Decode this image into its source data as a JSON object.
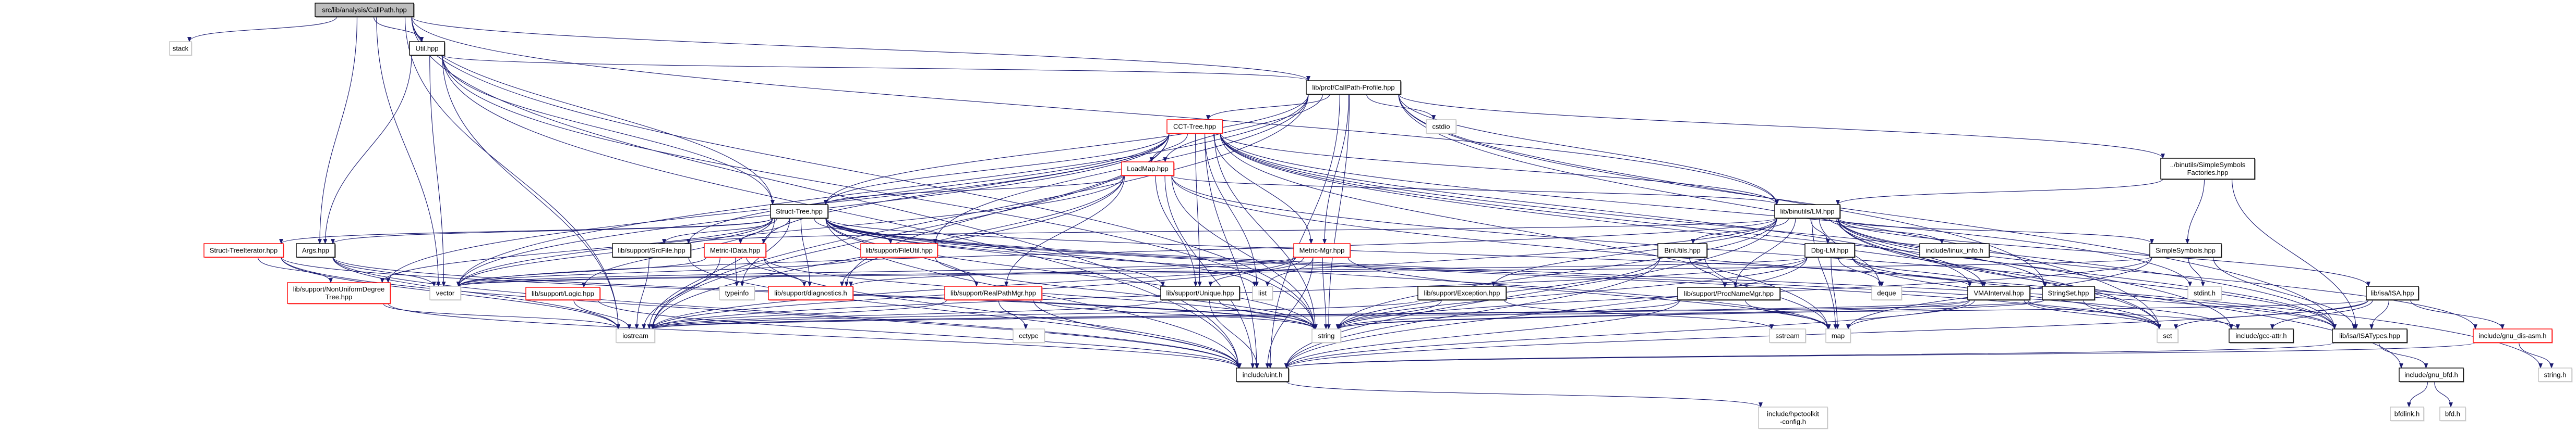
{
  "title": "Include dependency graph for src/lib/analysis/CallPath.hpp",
  "colors": {
    "edge": "#191970",
    "root_fill": "#bfbfbf",
    "root_border": "#000000",
    "doc_border": "#000000",
    "incomplete_border": "#ff0000",
    "system_border": "#bfbfbf",
    "node_fill": "#ffffff"
  },
  "legend_styles": {
    "root": "root file (gray fill)",
    "doc": "documented header (black border)",
    "incomplete": "truncated graph (red border)",
    "system": "system/undocumented header (gray border)"
  },
  "nodes": [
    {
      "id": "root",
      "label": [
        "src/lib/analysis/CallPath.hpp"
      ],
      "style": "root"
    },
    {
      "id": "stack",
      "label": [
        "stack"
      ],
      "style": "system"
    },
    {
      "id": "util",
      "label": [
        "Util.hpp"
      ],
      "style": "doc"
    },
    {
      "id": "profile",
      "label": [
        "lib/prof/CallPath-Profile.hpp"
      ],
      "style": "doc"
    },
    {
      "id": "cct",
      "label": [
        "CCT-Tree.hpp"
      ],
      "style": "incomplete"
    },
    {
      "id": "cstdio",
      "label": [
        "cstdio"
      ],
      "style": "system"
    },
    {
      "id": "loadmap",
      "label": [
        "LoadMap.hpp"
      ],
      "style": "incomplete"
    },
    {
      "id": "ssfact",
      "label": [
        "../binutils/SimpleSymbols",
        "Factories.hpp"
      ],
      "style": "doc"
    },
    {
      "id": "structtree",
      "label": [
        "Struct-Tree.hpp"
      ],
      "style": "doc"
    },
    {
      "id": "lm",
      "label": [
        "lib/binutils/LM.hpp"
      ],
      "style": "doc"
    },
    {
      "id": "structiter",
      "label": [
        "Struct-TreeIterator.hpp"
      ],
      "style": "incomplete"
    },
    {
      "id": "args",
      "label": [
        "Args.hpp"
      ],
      "style": "doc"
    },
    {
      "id": "srcfile",
      "label": [
        "lib/support/SrcFile.hpp"
      ],
      "style": "doc"
    },
    {
      "id": "midata",
      "label": [
        "Metric-IData.hpp"
      ],
      "style": "incomplete"
    },
    {
      "id": "fileutil",
      "label": [
        "lib/support/FileUtil.hpp"
      ],
      "style": "incomplete"
    },
    {
      "id": "metricmgr",
      "label": [
        "Metric-Mgr.hpp"
      ],
      "style": "incomplete"
    },
    {
      "id": "binutils",
      "label": [
        "BinUtils.hpp"
      ],
      "style": "doc"
    },
    {
      "id": "dbglm",
      "label": [
        "Dbg-LM.hpp"
      ],
      "style": "doc"
    },
    {
      "id": "linuxinfo",
      "label": [
        "include/linux_info.h"
      ],
      "style": "doc"
    },
    {
      "id": "simplesym",
      "label": [
        "SimpleSymbols.hpp"
      ],
      "style": "doc"
    },
    {
      "id": "nudt",
      "label": [
        "lib/support/NonUniformDegree",
        "Tree.hpp"
      ],
      "style": "incomplete"
    },
    {
      "id": "vector",
      "label": [
        "vector"
      ],
      "style": "system"
    },
    {
      "id": "logic",
      "label": [
        "lib/support/Logic.hpp"
      ],
      "style": "incomplete"
    },
    {
      "id": "typeinfo",
      "label": [
        "typeinfo"
      ],
      "style": "system"
    },
    {
      "id": "diag",
      "label": [
        "lib/support/diagnostics.h"
      ],
      "style": "incomplete"
    },
    {
      "id": "realpath",
      "label": [
        "lib/support/RealPathMgr.hpp"
      ],
      "style": "incomplete"
    },
    {
      "id": "unique",
      "label": [
        "lib/support/Unique.hpp"
      ],
      "style": "doc"
    },
    {
      "id": "list",
      "label": [
        "list"
      ],
      "style": "system"
    },
    {
      "id": "exception",
      "label": [
        "lib/support/Exception.hpp"
      ],
      "style": "doc"
    },
    {
      "id": "procname",
      "label": [
        "lib/support/ProcNameMgr.hpp"
      ],
      "style": "doc"
    },
    {
      "id": "deque",
      "label": [
        "deque"
      ],
      "style": "system"
    },
    {
      "id": "vma",
      "label": [
        "VMAInterval.hpp"
      ],
      "style": "doc"
    },
    {
      "id": "stringset",
      "label": [
        "StringSet.hpp"
      ],
      "style": "doc"
    },
    {
      "id": "stdint",
      "label": [
        "stdint.h"
      ],
      "style": "system"
    },
    {
      "id": "isa",
      "label": [
        "lib/isa/ISA.hpp"
      ],
      "style": "doc"
    },
    {
      "id": "iostream",
      "label": [
        "iostream"
      ],
      "style": "system"
    },
    {
      "id": "cctype",
      "label": [
        "cctype"
      ],
      "style": "system"
    },
    {
      "id": "string",
      "label": [
        "string"
      ],
      "style": "system"
    },
    {
      "id": "sstream",
      "label": [
        "sstream"
      ],
      "style": "system"
    },
    {
      "id": "map",
      "label": [
        "map"
      ],
      "style": "system"
    },
    {
      "id": "set",
      "label": [
        "set"
      ],
      "style": "system"
    },
    {
      "id": "gccattr",
      "label": [
        "include/gcc-attr.h"
      ],
      "style": "doc"
    },
    {
      "id": "isatypes",
      "label": [
        "lib/isa/ISATypes.hpp"
      ],
      "style": "doc"
    },
    {
      "id": "disasm",
      "label": [
        "include/gnu_dis-asm.h"
      ],
      "style": "incomplete"
    },
    {
      "id": "uint",
      "label": [
        "include/uint.h"
      ],
      "style": "doc"
    },
    {
      "id": "gnubfd",
      "label": [
        "include/gnu_bfd.h"
      ],
      "style": "doc"
    },
    {
      "id": "stringh",
      "label": [
        "string.h"
      ],
      "style": "system"
    },
    {
      "id": "hpcconfig",
      "label": [
        "include/hpctoolkit",
        "-config.h"
      ],
      "style": "system"
    },
    {
      "id": "bfdlink",
      "label": [
        "bfdlink.h"
      ],
      "style": "system"
    },
    {
      "id": "bfdh",
      "label": [
        "bfd.h"
      ],
      "style": "system"
    }
  ],
  "edges": [
    [
      "root",
      "stack"
    ],
    [
      "root",
      "util"
    ],
    [
      "root",
      "profile"
    ],
    [
      "root",
      "structtree"
    ],
    [
      "root",
      "args"
    ],
    [
      "root",
      "lm"
    ],
    [
      "root",
      "vector"
    ],
    [
      "root",
      "iostream"
    ],
    [
      "root",
      "string"
    ],
    [
      "root",
      "uint"
    ],
    [
      "util",
      "profile"
    ],
    [
      "util",
      "structtree"
    ],
    [
      "util",
      "args"
    ],
    [
      "util",
      "vector"
    ],
    [
      "util",
      "iostream"
    ],
    [
      "util",
      "string"
    ],
    [
      "util",
      "uint"
    ],
    [
      "profile",
      "cct"
    ],
    [
      "profile",
      "cstdio"
    ],
    [
      "profile",
      "loadmap"
    ],
    [
      "profile",
      "metricmgr"
    ],
    [
      "profile",
      "ssfact"
    ],
    [
      "profile",
      "lm"
    ],
    [
      "profile",
      "structtree"
    ],
    [
      "profile",
      "vector"
    ],
    [
      "profile",
      "iostream"
    ],
    [
      "profile",
      "string"
    ],
    [
      "profile",
      "uint"
    ],
    [
      "profile",
      "fileutil"
    ],
    [
      "profile",
      "set"
    ],
    [
      "profile",
      "stringset"
    ],
    [
      "profile",
      "isatypes"
    ],
    [
      "cct",
      "loadmap"
    ],
    [
      "cct",
      "structtree"
    ],
    [
      "cct",
      "midata"
    ],
    [
      "cct",
      "metricmgr"
    ],
    [
      "cct",
      "unique"
    ],
    [
      "cct",
      "list"
    ],
    [
      "cct",
      "srcfile"
    ],
    [
      "cct",
      "nudt"
    ],
    [
      "cct",
      "vector"
    ],
    [
      "cct",
      "iostream"
    ],
    [
      "cct",
      "string"
    ],
    [
      "cct",
      "uint"
    ],
    [
      "cct",
      "diag"
    ],
    [
      "cct",
      "lm"
    ],
    [
      "cct",
      "set"
    ],
    [
      "cct",
      "isatypes"
    ],
    [
      "cct",
      "stdint"
    ],
    [
      "cct",
      "map"
    ],
    [
      "cct",
      "gccattr"
    ],
    [
      "cct",
      "vma"
    ],
    [
      "loadmap",
      "structtree"
    ],
    [
      "loadmap",
      "lm"
    ],
    [
      "loadmap",
      "unique"
    ],
    [
      "loadmap",
      "realpath"
    ],
    [
      "loadmap",
      "vector"
    ],
    [
      "loadmap",
      "string"
    ],
    [
      "loadmap",
      "uint"
    ],
    [
      "loadmap",
      "iostream"
    ],
    [
      "loadmap",
      "diag"
    ],
    [
      "loadmap",
      "isatypes"
    ],
    [
      "loadmap",
      "stringh"
    ],
    [
      "ssfact",
      "simplesym"
    ],
    [
      "ssfact",
      "lm"
    ],
    [
      "ssfact",
      "isatypes"
    ],
    [
      "structtree",
      "structiter"
    ],
    [
      "structtree",
      "args"
    ],
    [
      "structtree",
      "srcfile"
    ],
    [
      "structtree",
      "midata"
    ],
    [
      "structtree",
      "fileutil"
    ],
    [
      "structtree",
      "unique"
    ],
    [
      "structtree",
      "realpath"
    ],
    [
      "structtree",
      "nudt"
    ],
    [
      "structtree",
      "logic"
    ],
    [
      "structtree",
      "vector"
    ],
    [
      "structtree",
      "typeinfo"
    ],
    [
      "structtree",
      "diag"
    ],
    [
      "structtree",
      "iostream"
    ],
    [
      "structtree",
      "string"
    ],
    [
      "structtree",
      "uint"
    ],
    [
      "structtree",
      "list"
    ],
    [
      "structtree",
      "map"
    ],
    [
      "structtree",
      "set"
    ],
    [
      "structtree",
      "isatypes"
    ],
    [
      "structtree",
      "vma"
    ],
    [
      "structtree",
      "gccattr"
    ],
    [
      "lm",
      "dbglm"
    ],
    [
      "lm",
      "linuxinfo"
    ],
    [
      "lm",
      "simplesym"
    ],
    [
      "lm",
      "binutils"
    ],
    [
      "lm",
      "isa"
    ],
    [
      "lm",
      "vma"
    ],
    [
      "lm",
      "deque"
    ],
    [
      "lm",
      "map"
    ],
    [
      "lm",
      "set"
    ],
    [
      "lm",
      "string"
    ],
    [
      "lm",
      "iostream"
    ],
    [
      "lm",
      "uint"
    ],
    [
      "lm",
      "procname"
    ],
    [
      "lm",
      "exception"
    ],
    [
      "lm",
      "srcfile"
    ],
    [
      "lm",
      "isatypes"
    ],
    [
      "lm",
      "stringset"
    ],
    [
      "lm",
      "disasm"
    ],
    [
      "lm",
      "gnubfd"
    ],
    [
      "lm",
      "vector"
    ],
    [
      "structiter",
      "nudt"
    ],
    [
      "structiter",
      "iostream"
    ],
    [
      "structiter",
      "uint"
    ],
    [
      "structiter",
      "string"
    ],
    [
      "args",
      "vector"
    ],
    [
      "args",
      "string"
    ],
    [
      "args",
      "iostream"
    ],
    [
      "args",
      "uint"
    ],
    [
      "srcfile",
      "uint"
    ],
    [
      "srcfile",
      "iostream"
    ],
    [
      "midata",
      "vector"
    ],
    [
      "midata",
      "typeinfo"
    ],
    [
      "midata",
      "diag"
    ],
    [
      "midata",
      "iostream"
    ],
    [
      "midata",
      "uint"
    ],
    [
      "midata",
      "string"
    ],
    [
      "fileutil",
      "string"
    ],
    [
      "fileutil",
      "vector"
    ],
    [
      "metricmgr",
      "unique"
    ],
    [
      "metricmgr",
      "list"
    ],
    [
      "metricmgr",
      "vector"
    ],
    [
      "metricmgr",
      "iostream"
    ],
    [
      "metricmgr",
      "string"
    ],
    [
      "metricmgr",
      "uint"
    ],
    [
      "metricmgr",
      "map"
    ],
    [
      "metricmgr",
      "diag"
    ],
    [
      "binutils",
      "procname"
    ],
    [
      "binutils",
      "string"
    ],
    [
      "binutils",
      "map"
    ],
    [
      "binutils",
      "uint"
    ],
    [
      "dbglm",
      "deque"
    ],
    [
      "dbglm",
      "vma"
    ],
    [
      "dbglm",
      "map"
    ],
    [
      "dbglm",
      "string"
    ],
    [
      "dbglm",
      "iostream"
    ],
    [
      "dbglm",
      "uint"
    ],
    [
      "dbglm",
      "isatypes"
    ],
    [
      "dbglm",
      "set"
    ],
    [
      "dbglm",
      "vector"
    ],
    [
      "simplesym",
      "stdint"
    ],
    [
      "simplesym",
      "string"
    ],
    [
      "simplesym",
      "map"
    ],
    [
      "simplesym",
      "isatypes"
    ],
    [
      "simplesym",
      "vector"
    ],
    [
      "nudt",
      "iostream"
    ],
    [
      "nudt",
      "uint"
    ],
    [
      "logic",
      "iostream"
    ],
    [
      "logic",
      "uint"
    ],
    [
      "realpath",
      "cctype"
    ],
    [
      "realpath",
      "string"
    ],
    [
      "realpath",
      "uint"
    ],
    [
      "realpath",
      "iostream"
    ],
    [
      "unique",
      "string"
    ],
    [
      "unique",
      "uint"
    ],
    [
      "unique",
      "iostream"
    ],
    [
      "exception",
      "string"
    ],
    [
      "exception",
      "sstream"
    ],
    [
      "exception",
      "iostream"
    ],
    [
      "procname",
      "string"
    ],
    [
      "procname",
      "map"
    ],
    [
      "procname",
      "uint"
    ],
    [
      "vma",
      "set"
    ],
    [
      "vma",
      "string"
    ],
    [
      "vma",
      "map"
    ],
    [
      "vma",
      "iostream"
    ],
    [
      "vma",
      "uint"
    ],
    [
      "vma",
      "gccattr"
    ],
    [
      "stringset",
      "set"
    ],
    [
      "stringset",
      "string"
    ],
    [
      "stringset",
      "iostream"
    ],
    [
      "isa",
      "isatypes"
    ],
    [
      "isa",
      "uint"
    ],
    [
      "isa",
      "gccattr"
    ],
    [
      "isa",
      "disasm"
    ],
    [
      "isa",
      "iostream"
    ],
    [
      "isa",
      "set"
    ],
    [
      "isatypes",
      "gnubfd"
    ],
    [
      "isatypes",
      "uint"
    ],
    [
      "disasm",
      "stringh"
    ],
    [
      "disasm",
      "uint"
    ],
    [
      "uint",
      "hpcconfig"
    ],
    [
      "gnubfd",
      "bfdlink"
    ],
    [
      "gnubfd",
      "bfdh"
    ]
  ]
}
